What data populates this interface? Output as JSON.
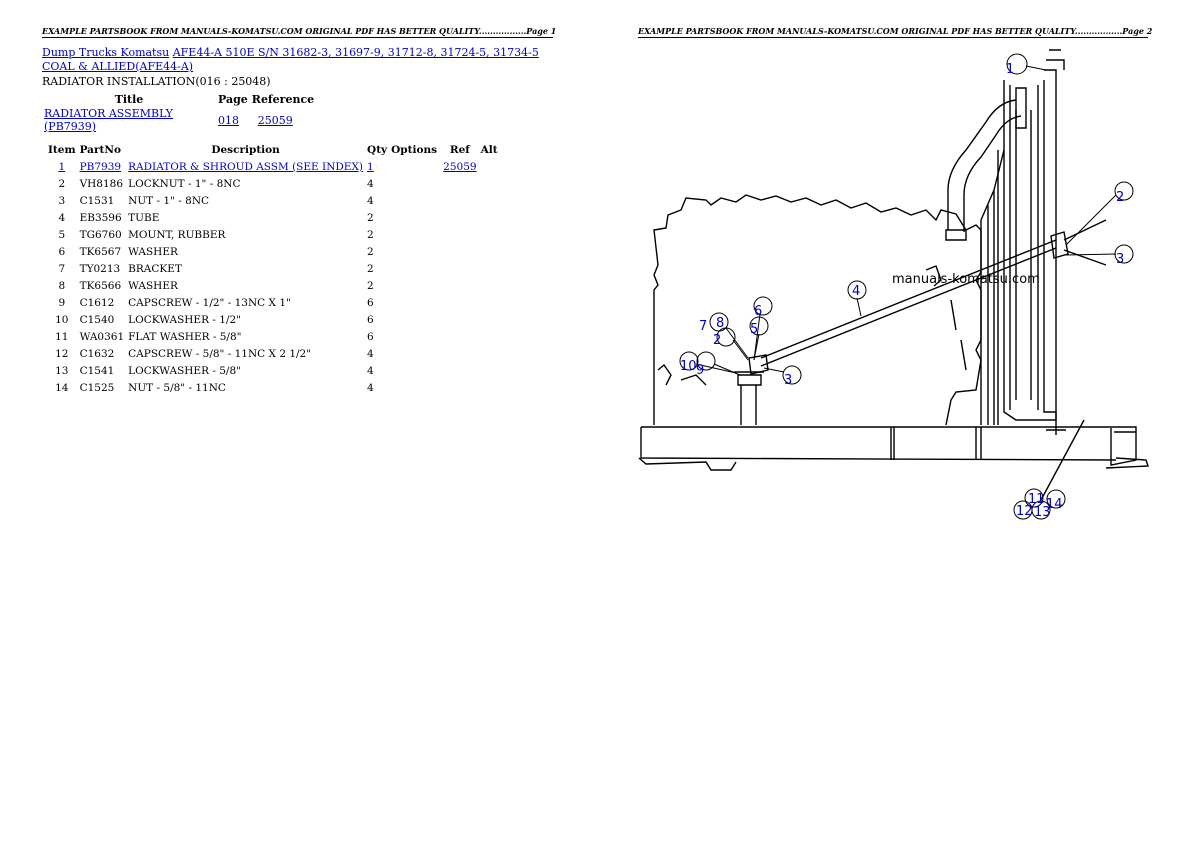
{
  "header": {
    "page1": "EXAMPLE PARTSBOOK FROM MANUALS-KOMATSU.COM ORIGINAL PDF HAS BETTER QUALITY.................Page 1",
    "page2": "EXAMPLE PARTSBOOK FROM MANUALS-KOMATSU.COM ORIGINAL PDF HAS BETTER QUALITY.................Page 2"
  },
  "breadcrumb": {
    "root": "Dump Trucks Komatsu",
    "model": "AFE44-A 510E S/N 31682-3, 31697-9, 31712-8, 31724-5, 31734-5 COAL & ALLIED(AFE44-A)"
  },
  "section_title": "RADIATOR INSTALLATION(016 : 25048)",
  "reference_table": {
    "headers": [
      "Title",
      "Page",
      "Reference"
    ],
    "rows": [
      {
        "title": "RADIATOR ASSEMBLY (PB7939)",
        "page": "018",
        "reference": "25059"
      }
    ]
  },
  "parts_table": {
    "headers": [
      "Item",
      "PartNo",
      "Description",
      "Qty",
      "Options",
      "Ref",
      "Alt"
    ],
    "rows": [
      {
        "item": "1",
        "partno": "PB7939",
        "desc": "RADIATOR & SHROUD ASSM (SEE INDEX)",
        "qty": "1",
        "options": "",
        "ref": "25059",
        "alt": "",
        "link": true
      },
      {
        "item": "2",
        "partno": "VH8186",
        "desc": "LOCKNUT - 1\" - 8NC",
        "qty": "4",
        "options": "",
        "ref": "",
        "alt": ""
      },
      {
        "item": "3",
        "partno": "C1531",
        "desc": "NUT - 1\" - 8NC",
        "qty": "4",
        "options": "",
        "ref": "",
        "alt": ""
      },
      {
        "item": "4",
        "partno": "EB3596",
        "desc": "TUBE",
        "qty": "2",
        "options": "",
        "ref": "",
        "alt": ""
      },
      {
        "item": "5",
        "partno": "TG6760",
        "desc": "MOUNT, RUBBER",
        "qty": "2",
        "options": "",
        "ref": "",
        "alt": ""
      },
      {
        "item": "6",
        "partno": "TK6567",
        "desc": "WASHER",
        "qty": "2",
        "options": "",
        "ref": "",
        "alt": ""
      },
      {
        "item": "7",
        "partno": "TY0213",
        "desc": "BRACKET",
        "qty": "2",
        "options": "",
        "ref": "",
        "alt": ""
      },
      {
        "item": "8",
        "partno": "TK6566",
        "desc": "WASHER",
        "qty": "2",
        "options": "",
        "ref": "",
        "alt": ""
      },
      {
        "item": "9",
        "partno": "C1612",
        "desc": "CAPSCREW - 1/2\" - 13NC X 1\"",
        "qty": "6",
        "options": "",
        "ref": "",
        "alt": ""
      },
      {
        "item": "10",
        "partno": "C1540",
        "desc": "LOCKWASHER - 1/2\"",
        "qty": "6",
        "options": "",
        "ref": "",
        "alt": ""
      },
      {
        "item": "11",
        "partno": "WA0361",
        "desc": "FLAT WASHER - 5/8\"",
        "qty": "6",
        "options": "",
        "ref": "",
        "alt": ""
      },
      {
        "item": "12",
        "partno": "C1632",
        "desc": "CAPSCREW - 5/8\" - 11NC X 2 1/2\"",
        "qty": "4",
        "options": "",
        "ref": "",
        "alt": ""
      },
      {
        "item": "13",
        "partno": "C1541",
        "desc": "LOCKWASHER - 5/8\"",
        "qty": "4",
        "options": "",
        "ref": "",
        "alt": ""
      },
      {
        "item": "14",
        "partno": "C1525",
        "desc": "NUT - 5/8\" - 11NC",
        "qty": "4",
        "options": "",
        "ref": "",
        "alt": ""
      }
    ]
  },
  "diagram": {
    "watermark": "manuals-komatsu.com",
    "callouts": [
      "1",
      "2",
      "3",
      "4",
      "5",
      "6",
      "7",
      "8",
      "9",
      "10",
      "11",
      "12",
      "13",
      "14"
    ],
    "callout_color": "#0000cc"
  }
}
